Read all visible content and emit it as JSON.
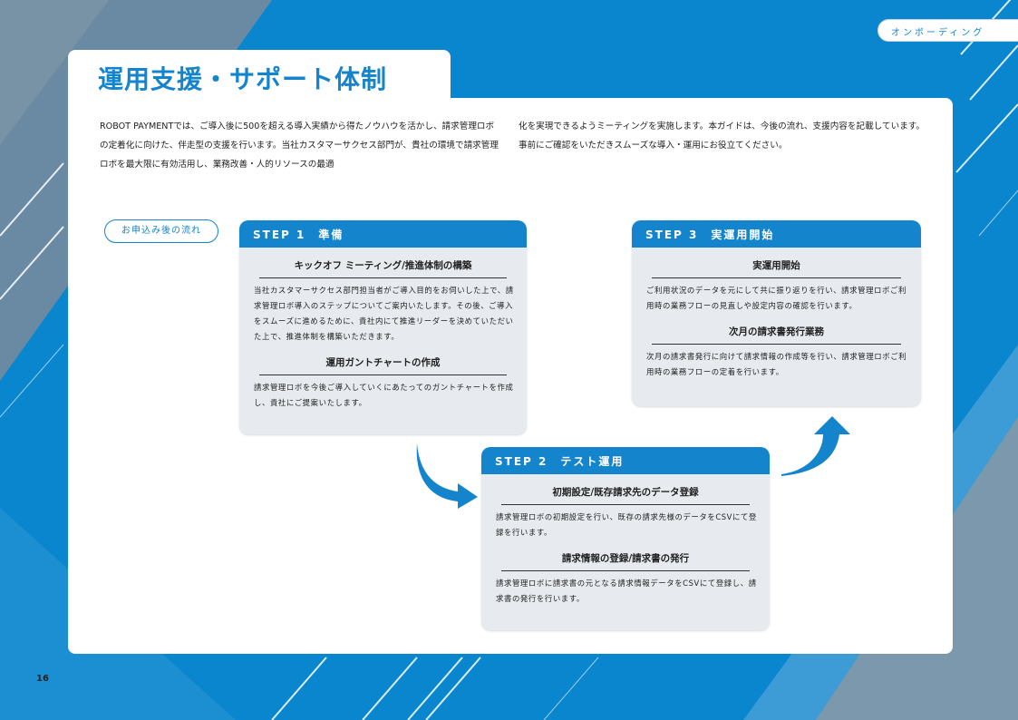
{
  "header": {
    "section_label": "オンボーディング",
    "title": "運用支援・サポート体制"
  },
  "intro": {
    "left": "ROBOT PAYMENTでは、ご導入後に500を超える導入実績から得たノウハウを活かし、請求管理ロボの定着化に向けた、伴走型の支援を行います。当社カスタマーサクセス部門が、貴社の環境で請求管理ロボを最大限に有効活用し、業務改善・人的リソースの最適",
    "right": "化を実現できるようミーティングを実施します。本ガイドは、今後の流れ、支援内容を記載しています。事前にご確認をいただきスムーズな導入・運用にお役立てください。"
  },
  "flow_label": "お申込み後の流れ",
  "steps": [
    {
      "label": "STEP 1",
      "name": "準備",
      "items": [
        {
          "title": "キックオフ ミーティング/推進体制の構築",
          "text": "当社カスタマーサクセス部門担当者がご導入目的をお伺いした上で、請求管理ロボ導入のステップについてご案内いたします。その後、ご導入をスムーズに進めるために、貴社内にて推進リーダーを決めていただいた上で、推進体制を構築いただきます。"
        },
        {
          "title": "運用ガントチャートの作成",
          "text": "請求管理ロボを今後ご導入していくにあたってのガントチャートを作成し、貴社にご提案いたします。"
        }
      ]
    },
    {
      "label": "STEP 2",
      "name": "テスト運用",
      "items": [
        {
          "title": "初期設定/既存請求先のデータ登録",
          "text": "請求管理ロボの初期設定を行い、既存の請求先様のデータをCSVにて登録を行います。"
        },
        {
          "title": "請求情報の登録/請求書の発行",
          "text": "請求管理ロボに請求書の元となる請求情報データをCSVにて登録し、請求書の発行を行います。"
        }
      ]
    },
    {
      "label": "STEP 3",
      "name": "実運用開始",
      "items": [
        {
          "title": "実運用開始",
          "text": "ご利用状況のデータを元にして共に振り返りを行い、請求管理ロボご利用時の業務フローの見直しや設定内容の確認を行います。"
        },
        {
          "title": "次月の請求書発行業務",
          "text": "次月の請求書発行に向けて請求情報の作成等を行い、請求管理ロボご利用時の業務フローの定着を行います。"
        }
      ]
    }
  ],
  "page_number": "16",
  "colors": {
    "accent": "#1484cc",
    "background": "#0a86cf",
    "card": "#e7ebf0"
  }
}
